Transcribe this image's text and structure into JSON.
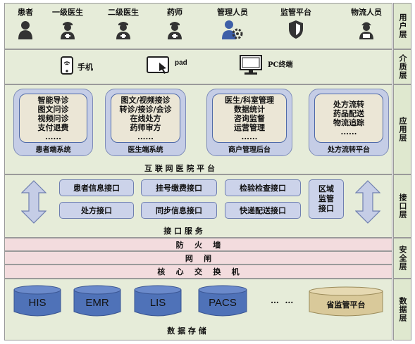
{
  "side_labels": {
    "user": "用户层",
    "medium": "介质层",
    "app": "应用层",
    "interface": "接口层",
    "security": "安全层",
    "data": "数据层"
  },
  "users": [
    {
      "label": "患者",
      "icon": "patient-icon"
    },
    {
      "label": "一级医生",
      "icon": "doctor-icon"
    },
    {
      "label": "二级医生",
      "icon": "doctor-icon"
    },
    {
      "label": "药师",
      "icon": "pharmacist-icon"
    },
    {
      "label": "管理人员",
      "icon": "admin-gear-icon"
    },
    {
      "label": "监管平台",
      "icon": "shield-icon"
    },
    {
      "label": "物流人员",
      "icon": "courier-icon"
    }
  ],
  "media": [
    {
      "label": "手机",
      "icon": "phone-icon"
    },
    {
      "label": "pad",
      "icon": "tablet-icon"
    },
    {
      "label": "PC终端",
      "icon": "monitor-icon"
    }
  ],
  "apps": [
    {
      "lines": [
        "智能导诊",
        "图文问诊",
        "视频问诊",
        "支付退费",
        "......"
      ],
      "caption": "患者端系统"
    },
    {
      "lines": [
        "图文/视频接诊",
        "转诊/接诊/会诊",
        "在线处方",
        "药师审方",
        "......"
      ],
      "caption": "医生端系统"
    },
    {
      "lines": [
        "医生/科室管理",
        "数据统计",
        "咨询监督",
        "运营管理",
        "......"
      ],
      "caption": "商户管理后台"
    },
    {
      "lines": [
        "处方流转",
        "药品配送",
        "物流追踪",
        "......"
      ],
      "caption": "处方流转平台"
    }
  ],
  "app_platform": "互 联 网 医 院 平 台",
  "interfaces": {
    "row1": [
      "患者信息接口",
      "挂号缴费接口",
      "检验检查接口"
    ],
    "row2": [
      "处方接口",
      "同步信息接口",
      "快递配送接口"
    ],
    "regional": "区域监管接口",
    "caption": "接 口 服 务"
  },
  "security": {
    "firewall": "防    火    墙",
    "gateway": "网    闸",
    "core_switch": "核    心    交    换    机"
  },
  "data_stores": [
    "HIS",
    "EMR",
    "LIS",
    "PACS"
  ],
  "data_ellipsis": "…  …",
  "provincial": "省监管平台",
  "data_caption": "数 据 存 储"
}
